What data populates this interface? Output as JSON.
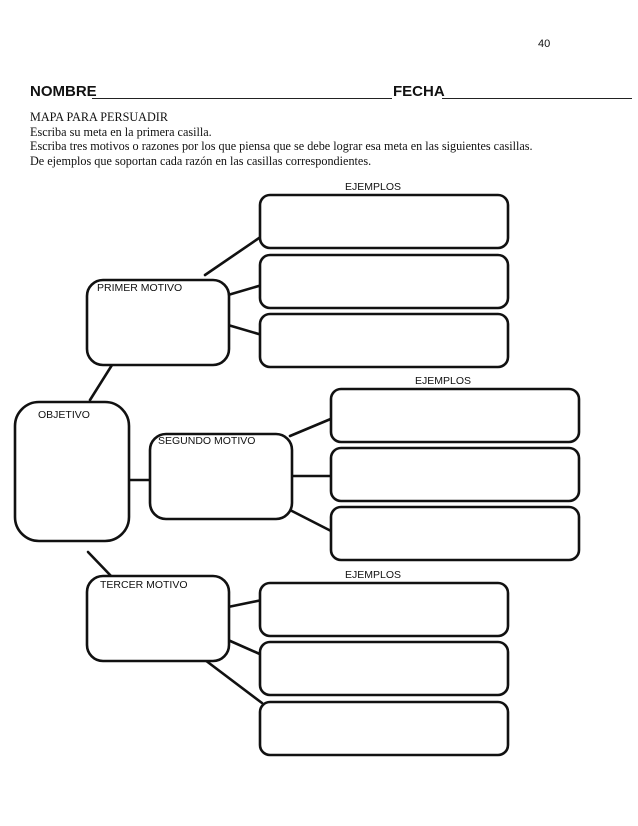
{
  "page_number": "40",
  "header": {
    "name_label": "NOMBRE",
    "date_label": "FECHA"
  },
  "instructions": {
    "title": "MAPA PARA PERSUADIR",
    "line1": "Escriba su meta en la primera casilla.",
    "line2": "Escriba tres motivos o razones por los que piensa que se debe lograr esa meta en las siguientes casillas.",
    "line3": "De ejemplos que soportan cada razón en las casillas correspondientes."
  },
  "map": {
    "objective_label": "OBJETIVO",
    "reasons": [
      {
        "label": "PRIMER MOTIVO",
        "examples_label": "EJEMPLOS"
      },
      {
        "label": "SEGUNDO MOTIVO",
        "examples_label": "EJEMPLOS"
      },
      {
        "label": "TERCER MOTIVO",
        "examples_label": "EJEMPLOS"
      }
    ]
  }
}
